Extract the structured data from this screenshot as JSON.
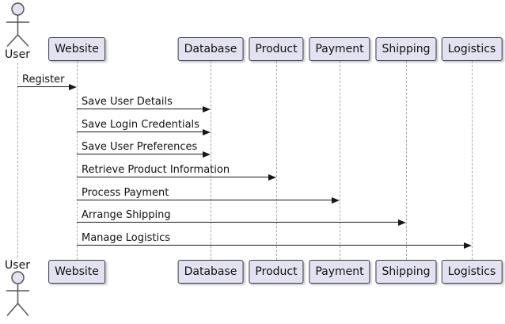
{
  "diagram": {
    "type": "uml-sequence-diagram",
    "actor": {
      "name": "User"
    },
    "participants": [
      {
        "name": "Website"
      },
      {
        "name": "Database"
      },
      {
        "name": "Product"
      },
      {
        "name": "Payment"
      },
      {
        "name": "Shipping"
      },
      {
        "name": "Logistics"
      }
    ],
    "messages": [
      {
        "from": "User",
        "to": "Website",
        "label": "Register"
      },
      {
        "from": "Website",
        "to": "Database",
        "label": "Save User Details"
      },
      {
        "from": "Website",
        "to": "Database",
        "label": "Save Login Credentials"
      },
      {
        "from": "Website",
        "to": "Database",
        "label": "Save User Preferences"
      },
      {
        "from": "Website",
        "to": "Product",
        "label": "Retrieve Product Information"
      },
      {
        "from": "Website",
        "to": "Payment",
        "label": "Process Payment"
      },
      {
        "from": "Website",
        "to": "Shipping",
        "label": "Arrange Shipping"
      },
      {
        "from": "Website",
        "to": "Logistics",
        "label": "Manage Logistics"
      }
    ],
    "colors": {
      "background": "#FFFFFF",
      "participant_fill": "#E2E2F0",
      "participant_border": "#3A3A4A",
      "lifeline": "#A8A8A8",
      "arrow": "#181818",
      "text": "#111111",
      "actor_line": "#555555"
    }
  }
}
